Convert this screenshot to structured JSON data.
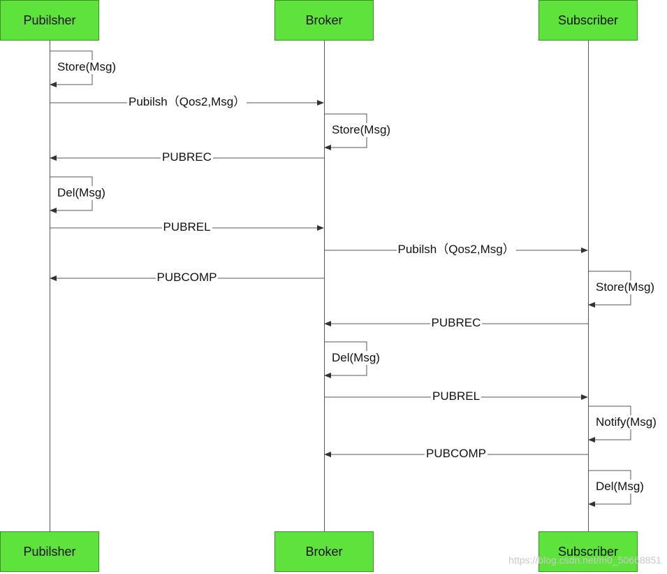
{
  "participants": [
    {
      "id": "publisher",
      "label": "Pubilsher"
    },
    {
      "id": "broker",
      "label": "Broker"
    },
    {
      "id": "subscriber",
      "label": "Subscriber"
    }
  ],
  "messages": [
    {
      "type": "self",
      "at": "publisher",
      "label": "Store(Msg)"
    },
    {
      "type": "arrow",
      "from": "publisher",
      "to": "broker",
      "label": "Pubilsh（Qos2,Msg）"
    },
    {
      "type": "self",
      "at": "broker",
      "label": "Store(Msg)"
    },
    {
      "type": "arrow",
      "from": "broker",
      "to": "publisher",
      "label": "PUBREC"
    },
    {
      "type": "self",
      "at": "publisher",
      "label": "Del(Msg)"
    },
    {
      "type": "arrow",
      "from": "publisher",
      "to": "broker",
      "label": "PUBREL"
    },
    {
      "type": "arrow",
      "from": "broker",
      "to": "subscriber",
      "label": "Pubilsh（Qos2,Msg）"
    },
    {
      "type": "arrow",
      "from": "broker",
      "to": "publisher",
      "label": "PUBCOMP"
    },
    {
      "type": "self",
      "at": "subscriber",
      "label": "Store(Msg)"
    },
    {
      "type": "arrow",
      "from": "subscriber",
      "to": "broker",
      "label": "PUBREC"
    },
    {
      "type": "self",
      "at": "broker",
      "label": "Del(Msg)"
    },
    {
      "type": "arrow",
      "from": "broker",
      "to": "subscriber",
      "label": "PUBREL"
    },
    {
      "type": "self",
      "at": "subscriber",
      "label": "Notify(Msg)"
    },
    {
      "type": "arrow",
      "from": "subscriber",
      "to": "broker",
      "label": "PUBCOMP"
    },
    {
      "type": "self",
      "at": "subscriber",
      "label": "Del(Msg)"
    }
  ],
  "colors": {
    "box_fill": "#5ee23c",
    "box_border": "#3b8f23",
    "line": "#555555"
  },
  "watermark": "https://blog.csdn.net/m0_50668851"
}
